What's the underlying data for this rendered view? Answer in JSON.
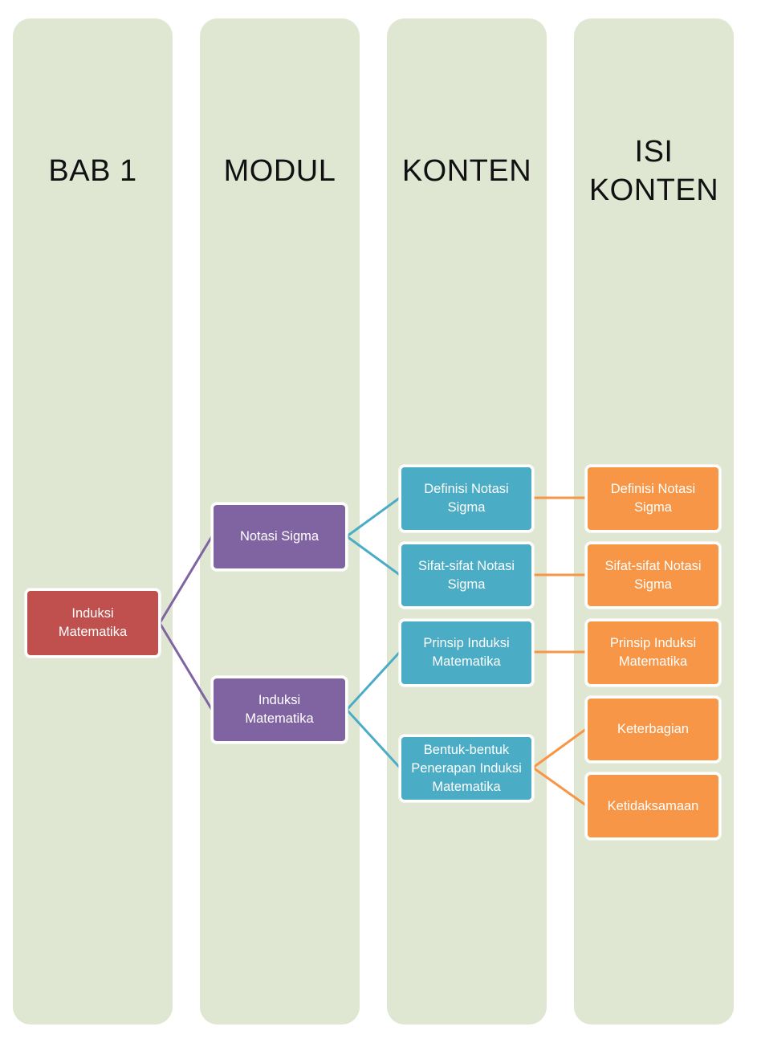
{
  "columns": [
    {
      "title": "BAB 1"
    },
    {
      "title": "MODUL"
    },
    {
      "title": "KONTEN"
    },
    {
      "title_line1": "ISI",
      "title_line2": "KONTEN"
    }
  ],
  "colors": {
    "column_bg": "#dfe7d3",
    "bab": "#c0504d",
    "modul": "#8064a2",
    "konten": "#4bacc6",
    "isi_konten": "#f79646"
  },
  "bab": {
    "line1": "Induksi",
    "line2": "Matematika"
  },
  "modul": [
    {
      "line1": "Notasi Sigma"
    },
    {
      "line1": "Induksi",
      "line2": "Matematika"
    }
  ],
  "konten": [
    {
      "line1": "Definisi Notasi",
      "line2": "Sigma"
    },
    {
      "line1": "Sifat-sifat Notasi",
      "line2": "Sigma"
    },
    {
      "line1": "Prinsip Induksi",
      "line2": "Matematika"
    },
    {
      "line1": "Bentuk-bentuk",
      "line2": "Penerapan Induksi",
      "line3": "Matematika"
    }
  ],
  "isi_konten": [
    {
      "line1": "Definisi Notasi",
      "line2": "Sigma"
    },
    {
      "line1": "Sifat-sifat Notasi",
      "line2": "Sigma"
    },
    {
      "line1": "Prinsip Induksi",
      "line2": "Matematika"
    },
    {
      "line1": "Keterbagian"
    },
    {
      "line1": "Ketidaksamaan"
    }
  ]
}
